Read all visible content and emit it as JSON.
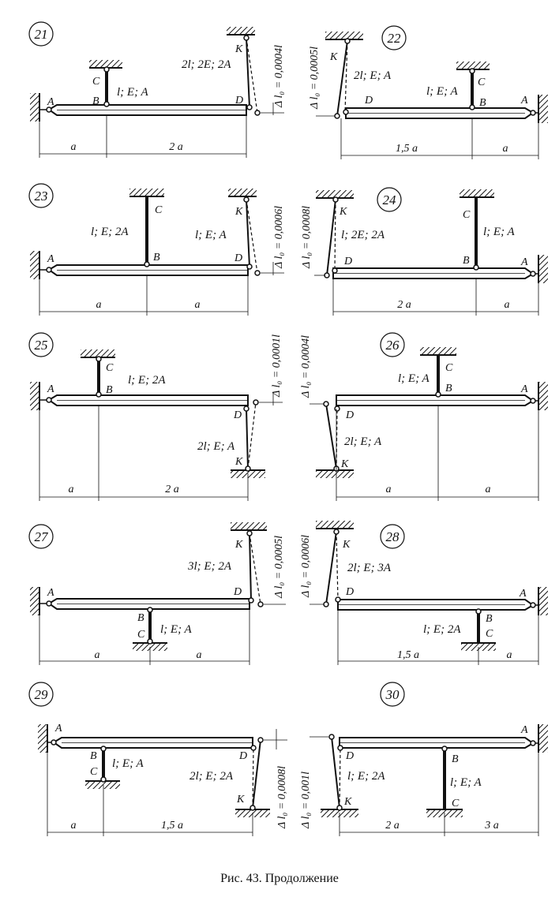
{
  "figure": {
    "caption": "Рис. 43. Продолжение"
  },
  "panels": [
    {
      "num": "21",
      "label_c": "l; E; A",
      "label_k": "2l; 2E; 2A",
      "delta": "Δ l₀ = 0,0004l",
      "dims": [
        "a",
        "2 a"
      ]
    },
    {
      "num": "22",
      "label_c": "l; E; A",
      "label_k": "2l; E; A",
      "delta": "Δ l₀ = 0,0005l",
      "dims": [
        "1,5 a",
        "a"
      ]
    },
    {
      "num": "23",
      "label_c": "l; E; 2A",
      "label_k": "l; E; A",
      "delta": "Δ l₀ = 0,0006l",
      "dims": [
        "a",
        "a"
      ]
    },
    {
      "num": "24",
      "label_c": "l; E; A",
      "label_k": "l; 2E; 2A",
      "delta": "Δ l₀ = 0,0008l",
      "dims": [
        "2 a",
        "a"
      ]
    },
    {
      "num": "25",
      "label_c": "l; E; 2A",
      "label_k": "2l; E; A",
      "delta": "Δ l₀ = 0,0001l",
      "dims": [
        "a",
        "2 a"
      ]
    },
    {
      "num": "26",
      "label_c": "l; E; A",
      "label_k": "2l; E; A",
      "delta": "Δ l₀ = 0,0004l",
      "dims": [
        "a",
        "a"
      ]
    },
    {
      "num": "27",
      "label_c": "l; E; A",
      "label_k": "3l; E; 2A",
      "delta": "Δ l₀ = 0,0005l",
      "dims": [
        "a",
        "a"
      ]
    },
    {
      "num": "28",
      "label_c": "l; E; 2A",
      "label_k": "2l; E; 3A",
      "delta": "Δ l₀ = 0,0006l",
      "dims": [
        "1,5 a",
        "a"
      ]
    },
    {
      "num": "29",
      "label_c": "l; E; A",
      "label_k": "2l; E; 2A",
      "delta": "Δ l₀ = 0,0008l",
      "dims": [
        "a",
        "1,5 a"
      ]
    },
    {
      "num": "30",
      "label_c": "l; E; A",
      "label_k": "l; E; 2A",
      "delta": "Δ l₀ = 0,001l",
      "dims": [
        "2 a",
        "3 a"
      ]
    }
  ],
  "points": {
    "A": "A",
    "B": "B",
    "C": "C",
    "D": "D",
    "K": "K"
  }
}
